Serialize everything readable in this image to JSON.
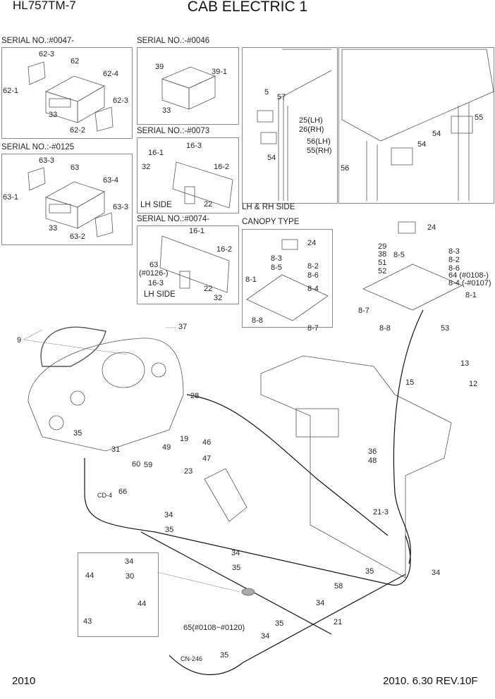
{
  "header": {
    "model": "HL757TM-7",
    "title": "CAB ELECTRIC 1"
  },
  "footer": {
    "year": "2010",
    "revision": "2010. 6.30  REV.10F"
  },
  "panels": {
    "p1": {
      "caption": "SERIAL NO.:#0047-",
      "labels": [
        "62-3",
        "62",
        "62-4",
        "62-1",
        "62-3",
        "33",
        "62-2"
      ]
    },
    "p2": {
      "caption": "SERIAL NO.:-#0046",
      "labels": [
        "39",
        "39-1",
        "33"
      ]
    },
    "p3": {
      "caption": "SERIAL NO.:-#0073",
      "side": "LH SIDE",
      "labels": [
        "16-1",
        "16-3",
        "32",
        "16-2",
        "22"
      ]
    },
    "p4": {
      "caption": "SERIAL NO.:-#0125",
      "labels": [
        "63-3",
        "63",
        "63-4",
        "63-1",
        "63-3",
        "33",
        "63-2"
      ]
    },
    "p5": {
      "caption": "SERIAL NO.:#0074-",
      "side": "LH SIDE",
      "labels": [
        "16-1",
        "16-2",
        "63",
        "(#0126-)",
        "16-3",
        "22",
        "32"
      ]
    },
    "p6": {
      "caption": "LH & RH SIDE",
      "labels": [
        "5",
        "57",
        "25(LH)",
        "26(RH)",
        "56(LH)",
        "55(RH)",
        "54"
      ]
    },
    "p7": {
      "labels": [
        "55",
        "54",
        "54",
        "56"
      ]
    },
    "p8": {
      "caption": "CANOPY TYPE",
      "labels": [
        "24",
        "8-3",
        "8-5",
        "8-2",
        "8-6",
        "8-1",
        "8-4",
        "8-8",
        "8-7"
      ]
    },
    "p9": {
      "labels": [
        "24",
        "29",
        "38",
        "51",
        "52",
        "8-5",
        "8-3",
        "8-2",
        "8-6",
        "64 (#0108-)",
        "8-4 (-#0107)",
        "8-1",
        "8-7",
        "8-8"
      ]
    },
    "main": {
      "labels": [
        "9",
        "37",
        "28",
        "35",
        "31",
        "19",
        "49",
        "60",
        "59",
        "46",
        "47",
        "23",
        "66",
        "CD-4",
        "53",
        "13",
        "15",
        "12",
        "36",
        "48",
        "21-3",
        "34",
        "35",
        "34",
        "35",
        "58",
        "34",
        "35",
        "21",
        "35",
        "34",
        "65(#0108~#0120)",
        "CN-246",
        "35",
        "34"
      ]
    },
    "detail": {
      "labels": [
        "34",
        "44",
        "30",
        "44",
        "43"
      ]
    }
  }
}
